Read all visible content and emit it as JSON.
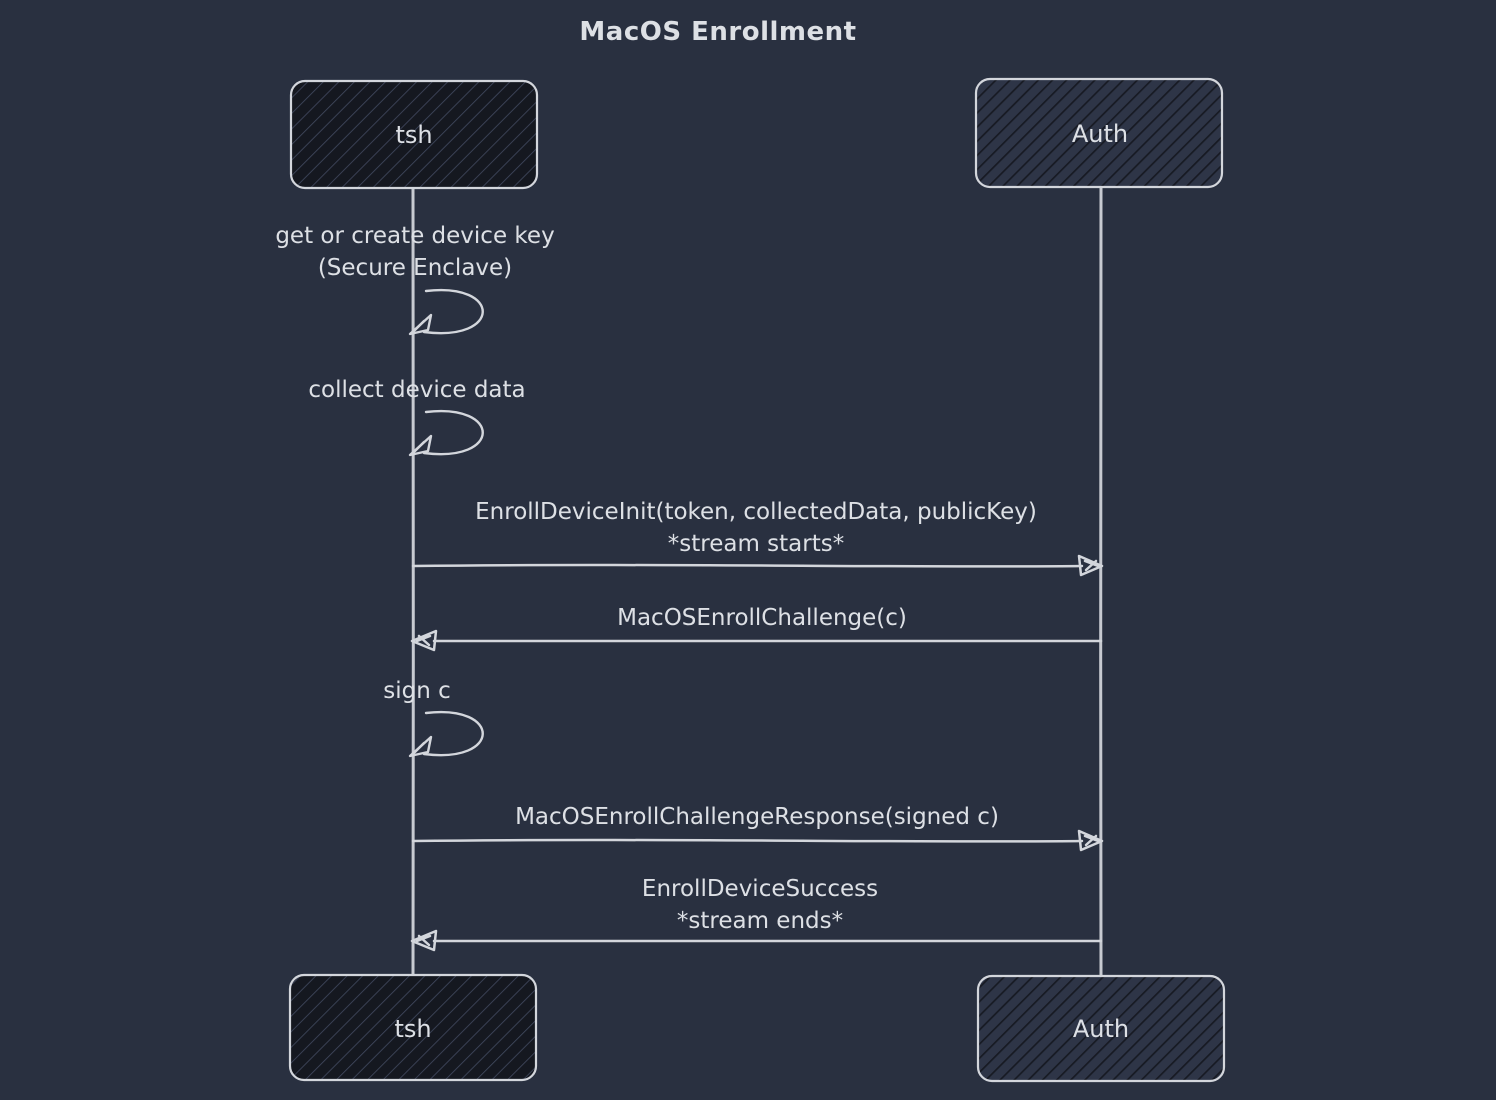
{
  "title": "MacOS Enrollment",
  "actors": {
    "tsh": "tsh",
    "auth": "Auth"
  },
  "self_actions": [
    {
      "actor": "tsh",
      "lines": [
        "get or create device key",
        "(Secure Enclave)"
      ]
    },
    {
      "actor": "tsh",
      "lines": [
        "collect device data"
      ]
    },
    {
      "actor": "tsh",
      "lines": [
        "sign c"
      ]
    }
  ],
  "messages": [
    {
      "from": "tsh",
      "to": "Auth",
      "lines": [
        "EnrollDeviceInit(token, collectedData, publicKey)",
        "*stream starts*"
      ]
    },
    {
      "from": "Auth",
      "to": "tsh",
      "lines": [
        "MacOSEnrollChallenge(c)"
      ]
    },
    {
      "from": "tsh",
      "to": "Auth",
      "lines": [
        "MacOSEnrollChallengeResponse(signed c)"
      ]
    },
    {
      "from": "Auth",
      "to": "tsh",
      "lines": [
        "EnrollDeviceSuccess",
        "*stream ends*"
      ]
    }
  ],
  "colors": {
    "background": "#293040",
    "stroke": "#d3d6dc",
    "text": "#dde0e5"
  }
}
